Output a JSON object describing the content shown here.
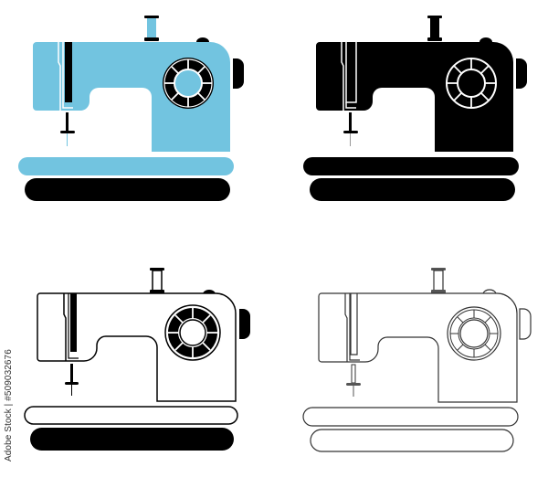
{
  "image": {
    "subject": "sewing machine icon set",
    "variants": [
      {
        "name": "blue-filled",
        "fill": "#72c4e0",
        "accent": "#000000"
      },
      {
        "name": "black-silhouette",
        "fill": "#000000",
        "accent": "#ffffff"
      },
      {
        "name": "outline-with-black",
        "fill": "#ffffff",
        "accent": "#000000"
      },
      {
        "name": "thin-outline",
        "fill": "#ffffff",
        "accent": "#333333"
      }
    ]
  },
  "watermark": {
    "credit": "Adobe Stock | #509032676"
  }
}
